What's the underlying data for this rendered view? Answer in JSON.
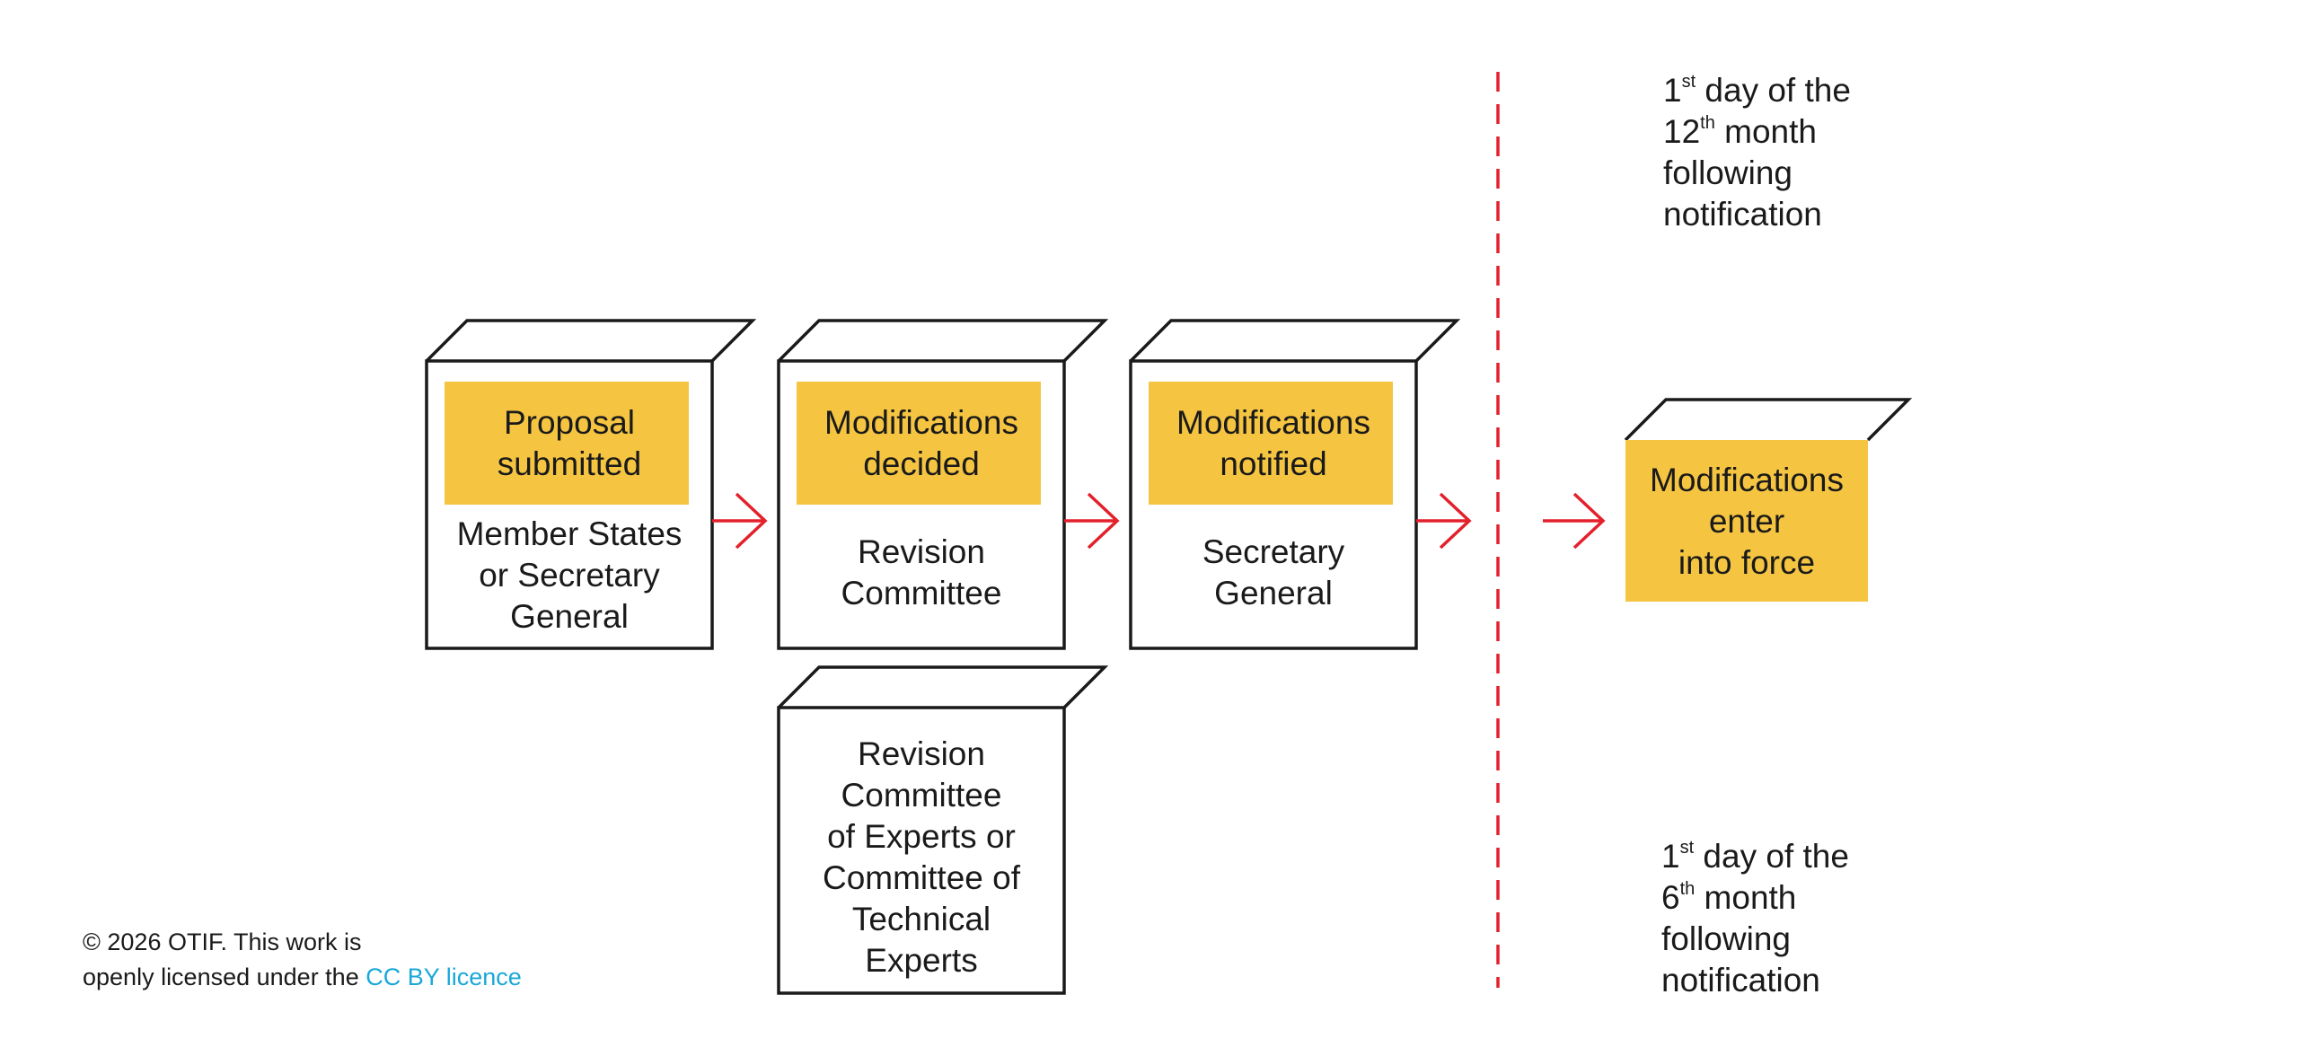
{
  "colors": {
    "highlight": "#f5c542",
    "arrow": "#e3202b",
    "outline": "#1a1a1a",
    "divider": "#e3202b",
    "link": "#1aa8d8"
  },
  "boxes": [
    {
      "title": [
        "Proposal",
        "submitted"
      ],
      "body": [
        "Member States",
        "or Secretary",
        "General"
      ]
    },
    {
      "title": [
        "Modifications",
        "decided"
      ],
      "body": [
        "Revision",
        "Committee"
      ]
    },
    {
      "title": [
        "Modifications",
        "notified"
      ],
      "body": [
        "Secretary",
        "General"
      ]
    }
  ],
  "alt_box": {
    "body": [
      "Revision",
      "Committee",
      "of Experts or",
      "Committee of",
      "Technical",
      "Experts"
    ]
  },
  "outcome": {
    "lines": [
      "Modifications",
      "enter",
      "into force"
    ]
  },
  "note_top": {
    "num": "1",
    "sup": "st",
    "line1_rest": " day of the",
    "num2": "12",
    "sup2": "th",
    "line2_rest": " month",
    "line3": "following",
    "line4": "notification"
  },
  "note_bottom": {
    "num": "1",
    "sup": "st",
    "line1_rest": " day of the",
    "num2": "6",
    "sup2": "th",
    "line2_rest": " month",
    "line3": "following",
    "line4": "notification"
  },
  "credit": {
    "line1": "© 2026 OTIF. This work is",
    "line2": "openly licensed under the ",
    "link": "CC BY licence"
  }
}
